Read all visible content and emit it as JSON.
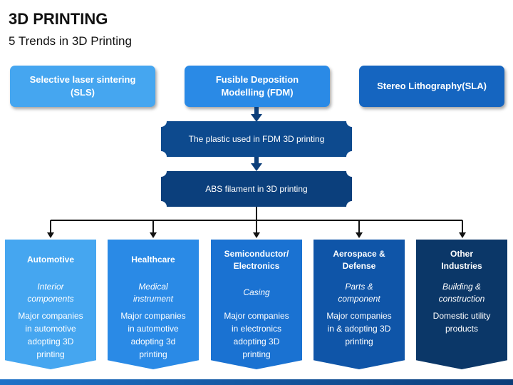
{
  "header": {
    "title": "3D PRINTING",
    "subtitle": "5 Trends in 3D Printing"
  },
  "top_boxes": [
    {
      "line1": "Selective laser sintering",
      "line2": "(SLS)",
      "color": "#45a6f0"
    },
    {
      "line1": "Fusible Deposition",
      "line2": "Modelling (FDM)",
      "color": "#2a8ae6"
    },
    {
      "line1": "Stereo Lithography(SLA)",
      "line2": "",
      "color": "#1565c0"
    }
  ],
  "middle_boxes": [
    {
      "label": "The plastic used in FDM 3D printing",
      "color": "#0d4a8e"
    },
    {
      "label": "ABS filament in 3D printing",
      "color": "#0b3f7c"
    }
  ],
  "columns": [
    {
      "title1": "Automotive",
      "title2": "",
      "italic1": "Interior",
      "italic2": "components",
      "desc": [
        "Major companies",
        "in automotive",
        "adopting 3D",
        "printing"
      ],
      "color": "#45a6f0"
    },
    {
      "title1": "Healthcare",
      "title2": "",
      "italic1": "Medical",
      "italic2": "instrument",
      "desc": [
        "Major companies",
        "in automotive",
        "adopting 3d",
        "printing"
      ],
      "color": "#2a8ae6"
    },
    {
      "title1": "Semiconductor/",
      "title2": "Electronics",
      "italic1": "Casing",
      "italic2": "",
      "desc": [
        "Major companies",
        "in electronics",
        "adopting 3D",
        "printing"
      ],
      "color": "#1a72d2"
    },
    {
      "title1": "Aerospace &",
      "title2": "Defense",
      "italic1": "Parts &",
      "italic2": "component",
      "desc": [
        "Major companies",
        "in & adopting 3D",
        "printing"
      ],
      "color": "#0f55a8"
    },
    {
      "title1": "Other",
      "title2": "Industries",
      "italic1": "Building &",
      "italic2": "construction",
      "desc": [
        "Domestic utility",
        "products"
      ],
      "color": "#0b3768"
    }
  ]
}
